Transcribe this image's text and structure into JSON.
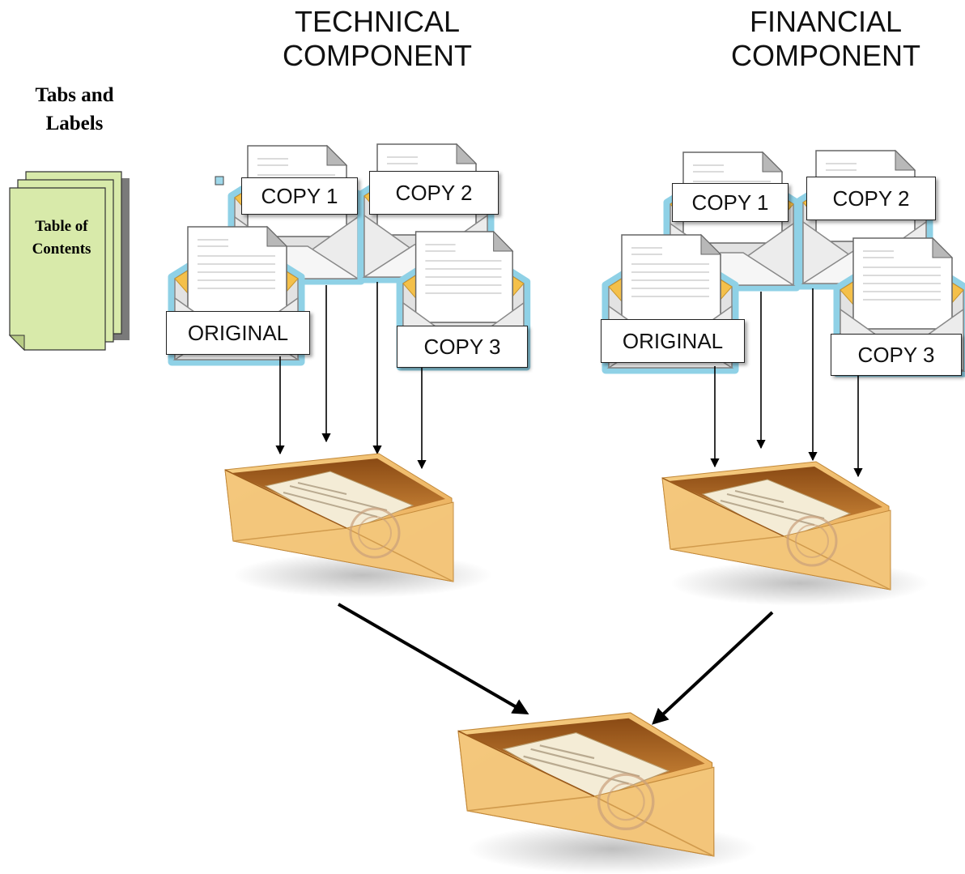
{
  "headings": {
    "technical": "TECHNICAL\nCOMPONENT",
    "financial": "FINANCIAL\nCOMPONENT"
  },
  "side": {
    "title": "Tabs and\nLabels",
    "toc": "Table of\nContents"
  },
  "technical_labels": {
    "copy1": "COPY 1",
    "copy2": "COPY 2",
    "original": "ORIGINAL",
    "copy3": "COPY 3"
  },
  "financial_labels": {
    "copy1": "COPY 1",
    "copy2": "COPY 2",
    "original": "ORIGINAL",
    "copy3": "COPY 3"
  },
  "colors": {
    "envelope_orange": "#f2bf6f",
    "envelope_dark": "#b26a22",
    "mail_outline": "#8fd1e6",
    "toc_page": "#d8eaaa"
  },
  "icons": {
    "doc_envelope": "open-envelope-with-letter-icon",
    "sealed_envelope": "manila-envelope-icon",
    "toc_stack": "page-stack-icon"
  }
}
